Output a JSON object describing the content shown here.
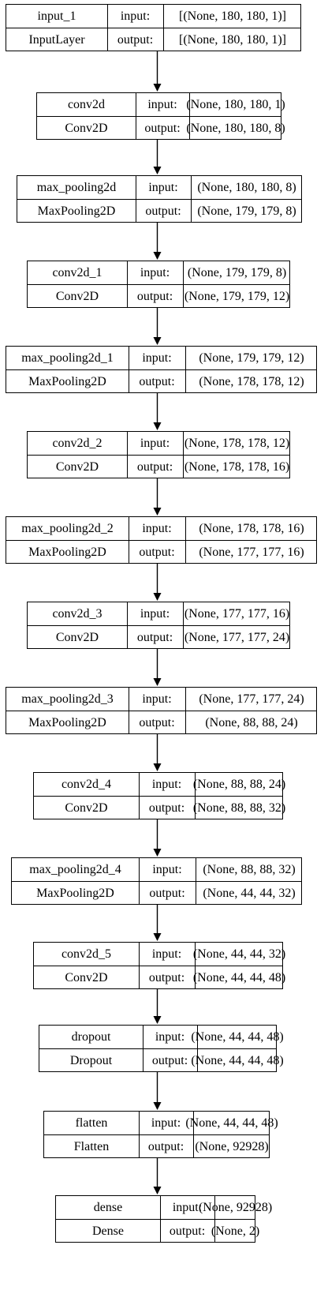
{
  "labels": {
    "input": "input:",
    "output": "output:"
  },
  "layers": [
    {
      "name": "input_1",
      "type": "InputLayer",
      "input": "[(None, 180, 180, 1)]",
      "output": "[(None, 180, 180, 1)]"
    },
    {
      "name": "conv2d",
      "type": "Conv2D",
      "input": "(None, 180, 180, 1)",
      "output": "(None, 180, 180, 8)"
    },
    {
      "name": "max_pooling2d",
      "type": "MaxPooling2D",
      "input": "(None, 180, 180, 8)",
      "output": "(None, 179, 179, 8)"
    },
    {
      "name": "conv2d_1",
      "type": "Conv2D",
      "input": "(None, 179, 179, 8)",
      "output": "(None, 179, 179, 12)"
    },
    {
      "name": "max_pooling2d_1",
      "type": "MaxPooling2D",
      "input": "(None, 179, 179, 12)",
      "output": "(None, 178, 178, 12)"
    },
    {
      "name": "conv2d_2",
      "type": "Conv2D",
      "input": "(None, 178, 178, 12)",
      "output": "(None, 178, 178, 16)"
    },
    {
      "name": "max_pooling2d_2",
      "type": "MaxPooling2D",
      "input": "(None, 178, 178, 16)",
      "output": "(None, 177, 177, 16)"
    },
    {
      "name": "conv2d_3",
      "type": "Conv2D",
      "input": "(None, 177, 177, 16)",
      "output": "(None, 177, 177, 24)"
    },
    {
      "name": "max_pooling2d_3",
      "type": "MaxPooling2D",
      "input": "(None, 177, 177, 24)",
      "output": "(None, 88, 88, 24)"
    },
    {
      "name": "conv2d_4",
      "type": "Conv2D",
      "input": "(None, 88, 88, 24)",
      "output": "(None, 88, 88, 32)"
    },
    {
      "name": "max_pooling2d_4",
      "type": "MaxPooling2D",
      "input": "(None, 88, 88, 32)",
      "output": "(None, 44, 44, 32)"
    },
    {
      "name": "conv2d_5",
      "type": "Conv2D",
      "input": "(None, 44, 44, 32)",
      "output": "(None, 44, 44, 48)"
    },
    {
      "name": "dropout",
      "type": "Dropout",
      "input": "(None, 44, 44, 48)",
      "output": "(None, 44, 44, 48)"
    },
    {
      "name": "flatten",
      "type": "Flatten",
      "input": "(None, 44, 44, 48)",
      "output": "(None, 92928)"
    },
    {
      "name": "dense",
      "type": "Dense",
      "input": "(None, 92928)",
      "output": "(None, 2)"
    }
  ]
}
